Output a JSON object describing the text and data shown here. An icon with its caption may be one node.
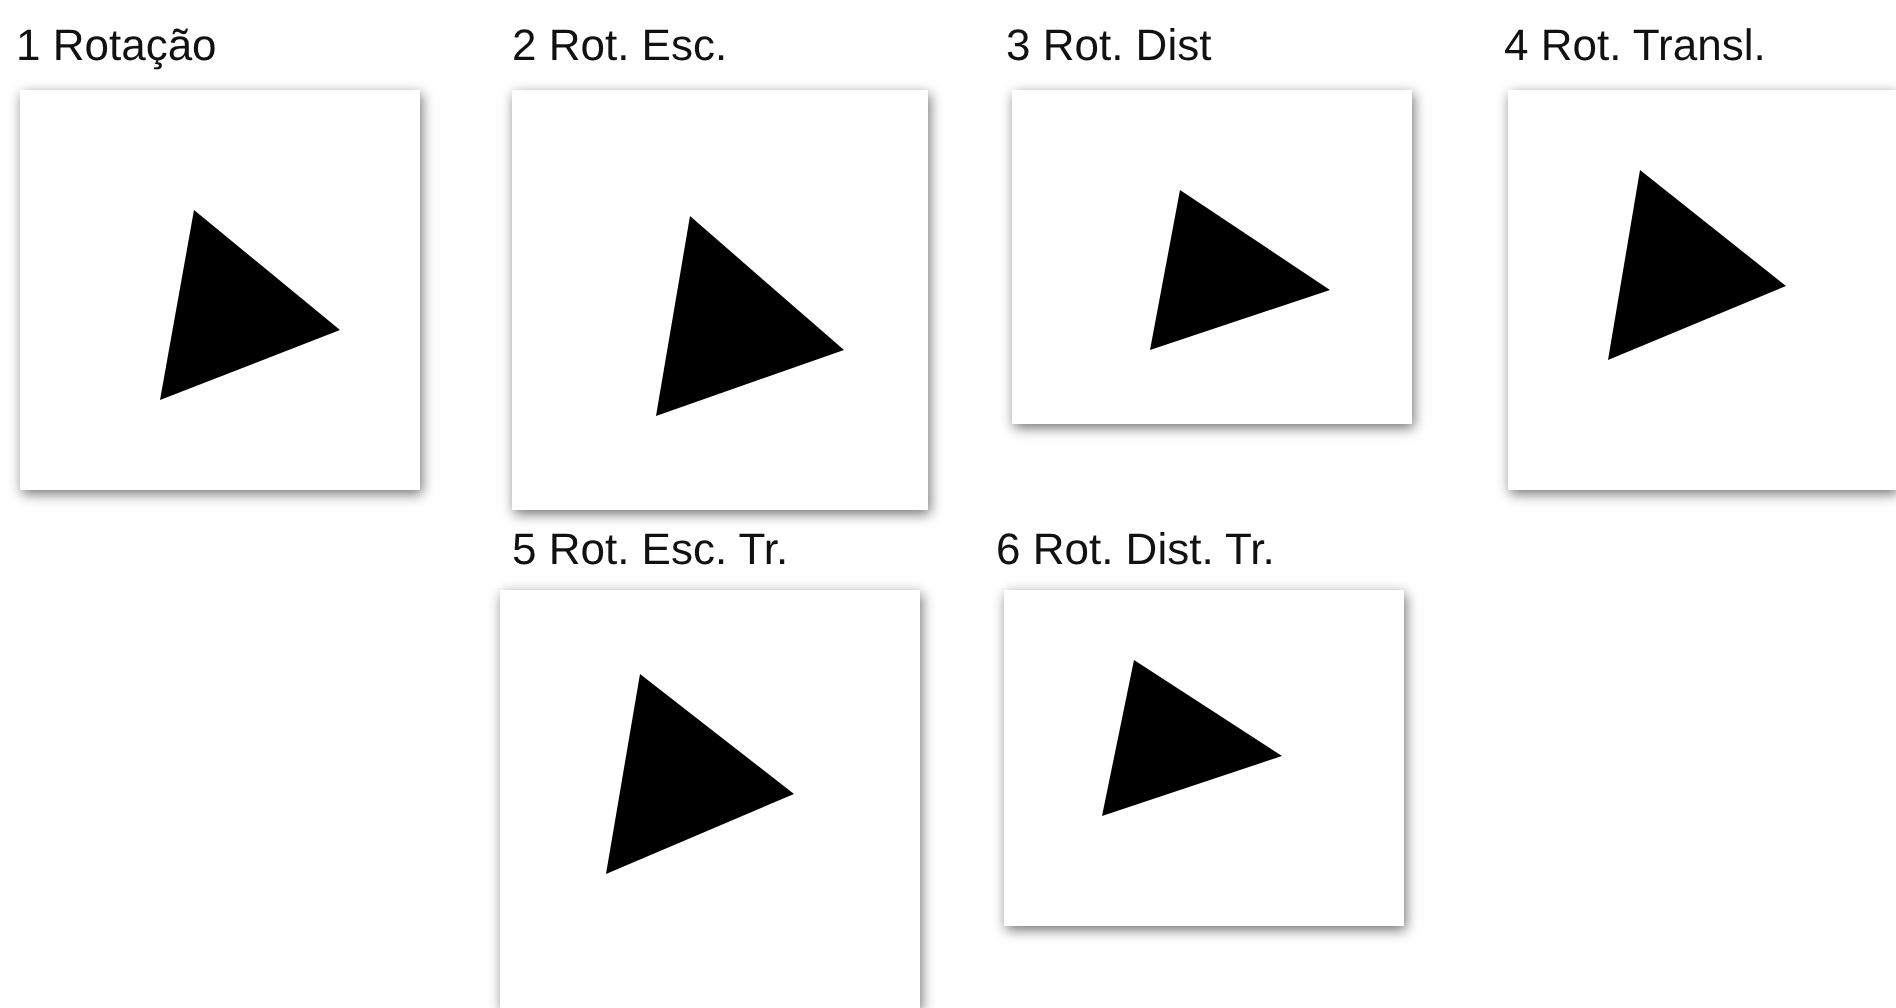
{
  "diagram": {
    "nodes": [
      {
        "text": [
          "1 Rotação"
        ]
      },
      {
        "text": [
          "2 Rot. Esc."
        ]
      },
      {
        "text": [
          "3 Rot. Dist"
        ]
      },
      {
        "text": [
          "4 Rot. Transl."
        ]
      },
      {
        "text": [
          "5 Rot. Esc. Tr."
        ]
      },
      {
        "text": [
          "6 Rot. Dist. Tr."
        ]
      },
      {
        "text": [],
        "shape": "triangle",
        "in": 0
      },
      {
        "text": [],
        "shape": "triangle",
        "in": 1
      },
      {
        "text": [],
        "shape": "triangle",
        "in": 2
      },
      {
        "text": [],
        "shape": "triangle",
        "in": 3
      },
      {
        "text": [],
        "shape": "triangle",
        "in": 4
      },
      {
        "text": [],
        "shape": "triangle",
        "in": 5
      }
    ]
  }
}
